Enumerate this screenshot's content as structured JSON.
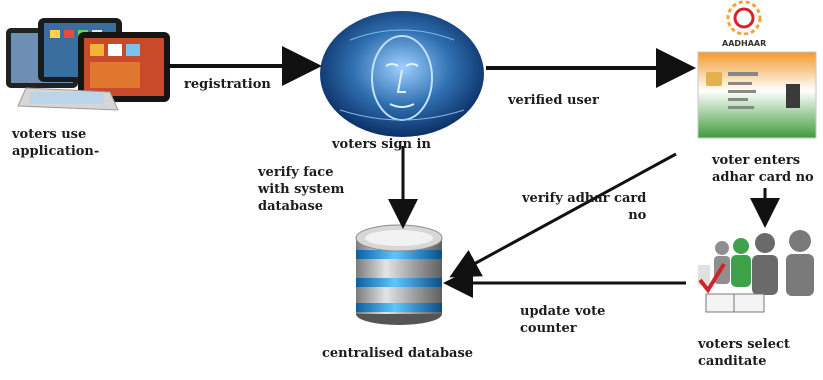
{
  "nodes": {
    "devices": {
      "label": "voters use\napplication-",
      "icon": "tablet-devices-icon"
    },
    "sign_in": {
      "label": "voters sign in",
      "icon": "face-scan-icon"
    },
    "aadhaar": {
      "label": "voter enters\nadhar card no",
      "icon": "aadhaar-card-icon",
      "logo_text": "AADHAAR"
    },
    "database": {
      "label": "centralised database",
      "icon": "database-icon"
    },
    "select": {
      "label": "voters select\ncanditate",
      "icon": "voting-people-icon"
    }
  },
  "edges": {
    "registration": "registration",
    "verified": "verified user",
    "verify_face": "verify face\nwith system\ndatabase",
    "verify_adhar": "verify adhar card\nno",
    "update_vote": "update vote\ncounter"
  },
  "colors": {
    "arrow": "#111111",
    "face_blue": "#2f6fb0",
    "db_blue": "#1b8fd8",
    "card_orange": "#f39a2a",
    "card_green": "#3f9c3a"
  }
}
